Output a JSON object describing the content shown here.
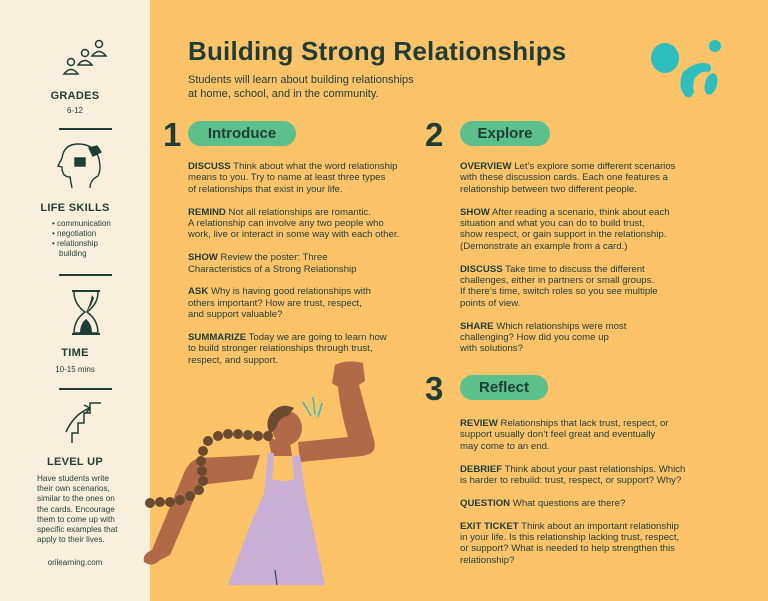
{
  "sidebar": {
    "grades": {
      "label": "GRADES",
      "value": "6-12",
      "icon": "people-icon"
    },
    "life_skills": {
      "label": "LIFE SKILLS",
      "icon": "head-puzzle-icon",
      "items": [
        "communication",
        "negotiation",
        "relationship\nbuilding"
      ]
    },
    "time": {
      "label": "TIME",
      "value": "10-15 mins",
      "icon": "hourglass-icon"
    },
    "level_up": {
      "label": "LEVEL UP",
      "icon": "stairs-arrow-icon",
      "text": "Have students write\ntheir own scenarios,\nsimilar to the ones on\nthe cards. Encourage\nthem to come up with\nspecific examples that\napply to their lives."
    },
    "website": "orilearning.com"
  },
  "header": {
    "title": "Building Strong Relationships",
    "subtitle": "Students will learn about building relationships\nat home, school, and in the community.",
    "logo": "ORI"
  },
  "sections": [
    {
      "number": "1",
      "label": "Introduce",
      "items": [
        {
          "key": "DISCUSS",
          "text": "Think about what the word relationship\nmeans to you. Try to name at least three types\nof relationships that exist in your life."
        },
        {
          "key": "REMIND",
          "text": "Not all relationships are romantic.\nA relationship can involve any two people who\nwork, live or interact in some way with each other."
        },
        {
          "key": "SHOW",
          "text": "Review the poster: Three\nCharacteristics of a Strong Relationship"
        },
        {
          "key": "ASK",
          "text": "Why is having good relationships with\nothers important? How are trust, respect,\nand support valuable?"
        },
        {
          "key": "SUMMARIZE",
          "text": "Today we are going to learn how\nto build stronger relationships through trust,\nrespect, and support."
        }
      ]
    },
    {
      "number": "2",
      "label": "Explore",
      "items": [
        {
          "key": "OVERVIEW",
          "text": "Let’s explore some different scenarios\nwith these discussion cards. Each one features a\nrelationship between two different people."
        },
        {
          "key": "SHOW",
          "text": "After reading a scenario, think about each\nsituation and what you can do to build trust,\nshow respect, or gain support in the relationship.\n(Demonstrate an example from a card.)"
        },
        {
          "key": "DISCUSS",
          "text": "Take time to discuss the different\nchallenges, either in partners or small groups.\nIf there’s time, switch roles so you see multiple\npoints of view."
        },
        {
          "key": "SHARE",
          "text": "Which relationships were most\nchallenging? How did you come up\nwith solutions?"
        }
      ]
    },
    {
      "number": "3",
      "label": "Reflect",
      "items": [
        {
          "key": "REVIEW",
          "text": "Relationships that lack trust, respect, or\nsupport usually don’t feel great and eventually\nmay come to an end."
        },
        {
          "key": "DEBRIEF",
          "text": "Think about your past relationships. Which\nis harder to rebuild: trust, respect, or support? Why?"
        },
        {
          "key": "QUESTION",
          "text": "What questions are there?"
        },
        {
          "key": "EXIT TICKET",
          "text": "Think about an important relationship\nin your life. Is this relationship lacking trust, respect,\nor support? What is needed to help strengthen this\nrelationship?"
        }
      ]
    }
  ],
  "colors": {
    "background": "#fdc368",
    "sidebar": "#f8efdc",
    "text": "#1f3d36",
    "pill": "#5cc08c",
    "logo": "#2dbfbf",
    "dress": "#c9aed6",
    "skin": "#b06a48",
    "hair": "#6b4a2e"
  }
}
